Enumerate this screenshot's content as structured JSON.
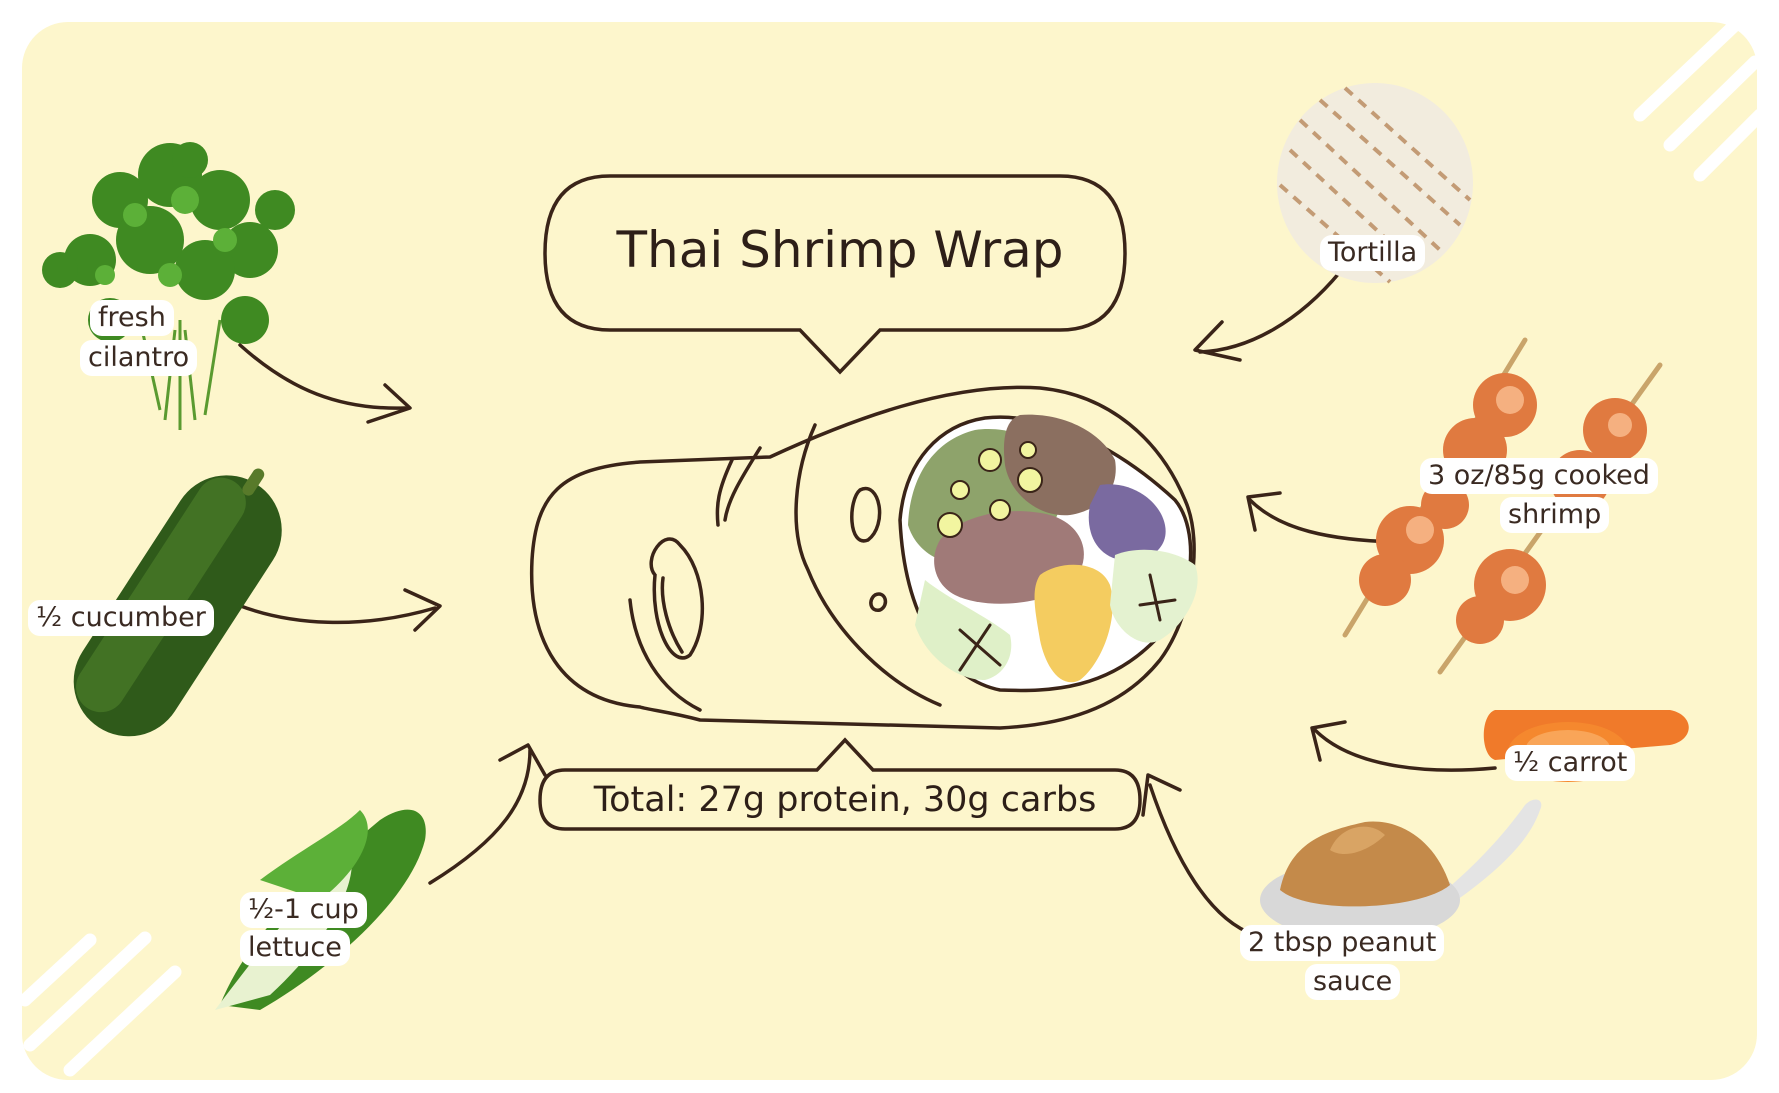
{
  "title": "Thai Shrimp Wrap",
  "total": "Total: 27g protein, 30g carbs",
  "ingredients": {
    "cilantro": {
      "line1": "fresh",
      "line2": "cilantro",
      "icon": "cilantro-icon"
    },
    "cucumber": {
      "label": "½ cucumber",
      "icon": "cucumber-icon"
    },
    "lettuce": {
      "line1": "½-1 cup",
      "line2": "lettuce",
      "icon": "lettuce-icon"
    },
    "tortilla": {
      "label": "Tortilla",
      "icon": "tortilla-icon"
    },
    "shrimp": {
      "line1": "3 oz/85g cooked",
      "line2": "shrimp",
      "icon": "shrimp-skewer-icon"
    },
    "carrot": {
      "label": "½ carrot",
      "icon": "carrot-icon"
    },
    "peanut_sauce": {
      "line1": "2 tbsp peanut",
      "line2": "sauce",
      "icon": "peanut-sauce-icon"
    }
  },
  "colors": {
    "background": "#fdf6cc",
    "outline": "#3a2418",
    "label_bg": "#ffffff"
  }
}
